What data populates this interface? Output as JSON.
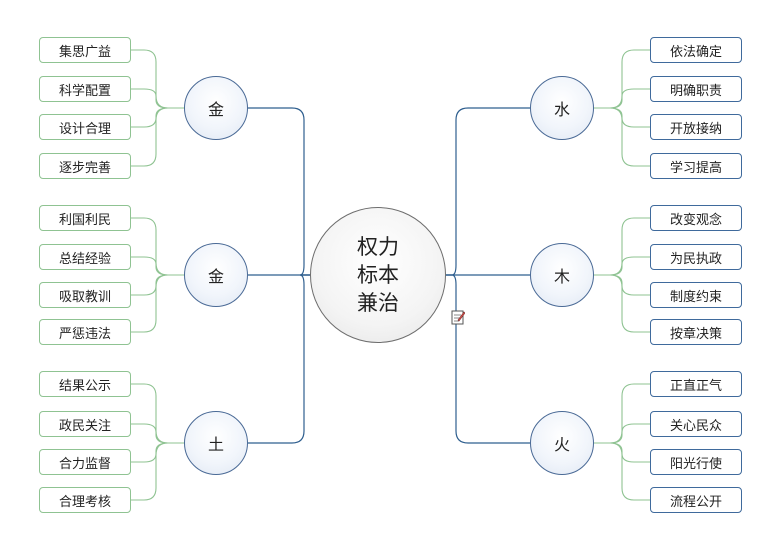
{
  "root": {
    "label": "权力\n标本\n兼治"
  },
  "branches": {
    "left_top": {
      "hub": "金",
      "leaves": [
        "集思广益",
        "科学配置",
        "设计合理",
        "逐步完善"
      ]
    },
    "left_mid": {
      "hub": "金",
      "leaves": [
        "利国利民",
        "总结经验",
        "吸取教训",
        "严惩违法"
      ]
    },
    "left_bottom": {
      "hub": "土",
      "leaves": [
        "结果公示",
        "政民关注",
        "合力监督",
        "合理考核"
      ]
    },
    "right_top": {
      "hub": "水",
      "leaves": [
        "依法确定",
        "明确职责",
        "开放接纳",
        "学习提高"
      ]
    },
    "right_mid": {
      "hub": "木",
      "leaves": [
        "改变观念",
        "为民执政",
        "制度约束",
        "按章决策"
      ]
    },
    "right_bottom": {
      "hub": "火",
      "leaves": [
        "正直正气",
        "关心民众",
        "阳光行使",
        "流程公开"
      ]
    }
  },
  "colors": {
    "connector": "#2f5f8f",
    "leaf_connector": "#8fc392",
    "leaf_border_left": "#8fc392",
    "leaf_border_right": "#3f6a9c"
  }
}
